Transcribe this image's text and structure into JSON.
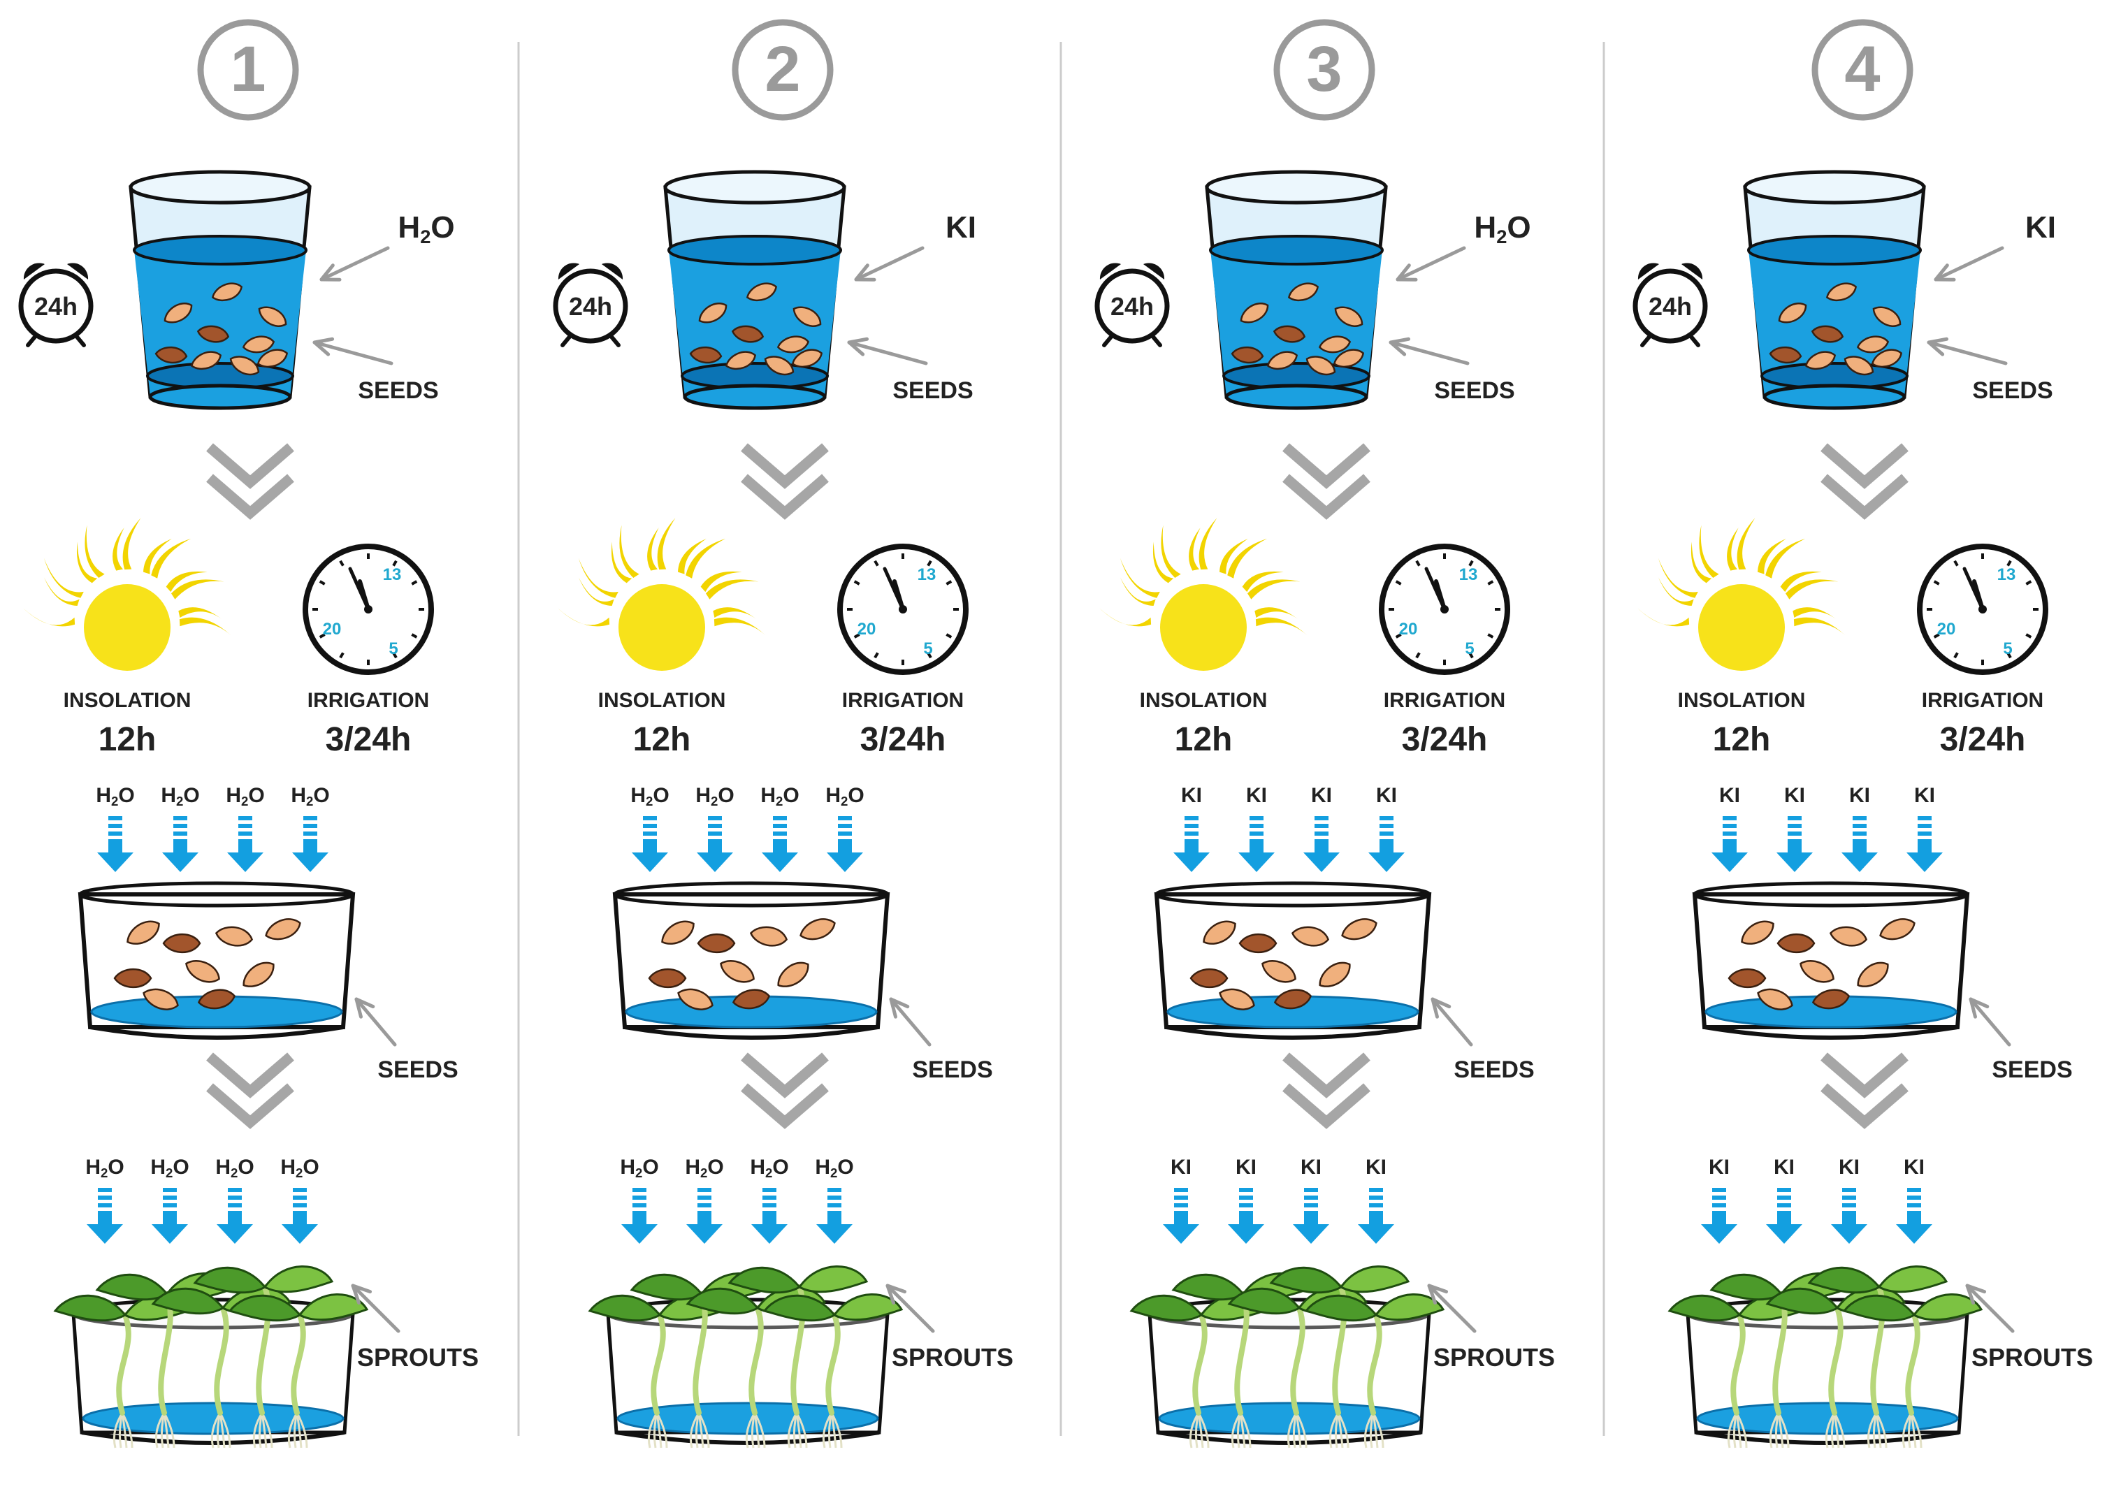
{
  "columns": [
    {
      "step": "1",
      "soak_timer": "24h",
      "soak_solution": {
        "base": "H",
        "sub": "2",
        "tail": "O"
      },
      "seeds_label": "SEEDS",
      "insolation_label": "INSOLATION",
      "insolation_value": "12h",
      "irrigation_label": "IRRIGATION",
      "irrigation_value": "3/24h",
      "clock_numbers": {
        "n13": "13",
        "n20": "20",
        "n5": "5"
      },
      "tray_drops": [
        {
          "base": "H",
          "sub": "2",
          "tail": "O"
        },
        {
          "base": "H",
          "sub": "2",
          "tail": "O"
        },
        {
          "base": "H",
          "sub": "2",
          "tail": "O"
        },
        {
          "base": "H",
          "sub": "2",
          "tail": "O"
        }
      ],
      "tray_seeds_label": "SEEDS",
      "sprout_drops": [
        {
          "base": "H",
          "sub": "2",
          "tail": "O"
        },
        {
          "base": "H",
          "sub": "2",
          "tail": "O"
        },
        {
          "base": "H",
          "sub": "2",
          "tail": "O"
        },
        {
          "base": "H",
          "sub": "2",
          "tail": "O"
        }
      ],
      "sprouts_label": "SPROUTS"
    },
    {
      "step": "2",
      "soak_timer": "24h",
      "soak_solution": {
        "base": "KI",
        "sub": "",
        "tail": ""
      },
      "seeds_label": "SEEDS",
      "insolation_label": "INSOLATION",
      "insolation_value": "12h",
      "irrigation_label": "IRRIGATION",
      "irrigation_value": "3/24h",
      "clock_numbers": {
        "n13": "13",
        "n20": "20",
        "n5": "5"
      },
      "tray_drops": [
        {
          "base": "H",
          "sub": "2",
          "tail": "O"
        },
        {
          "base": "H",
          "sub": "2",
          "tail": "O"
        },
        {
          "base": "H",
          "sub": "2",
          "tail": "O"
        },
        {
          "base": "H",
          "sub": "2",
          "tail": "O"
        }
      ],
      "tray_seeds_label": "SEEDS",
      "sprout_drops": [
        {
          "base": "H",
          "sub": "2",
          "tail": "O"
        },
        {
          "base": "H",
          "sub": "2",
          "tail": "O"
        },
        {
          "base": "H",
          "sub": "2",
          "tail": "O"
        },
        {
          "base": "H",
          "sub": "2",
          "tail": "O"
        }
      ],
      "sprouts_label": "SPROUTS"
    },
    {
      "step": "3",
      "soak_timer": "24h",
      "soak_solution": {
        "base": "H",
        "sub": "2",
        "tail": "O"
      },
      "seeds_label": "SEEDS",
      "insolation_label": "INSOLATION",
      "insolation_value": "12h",
      "irrigation_label": "IRRIGATION",
      "irrigation_value": "3/24h",
      "clock_numbers": {
        "n13": "13",
        "n20": "20",
        "n5": "5"
      },
      "tray_drops": [
        {
          "base": "KI",
          "sub": "",
          "tail": ""
        },
        {
          "base": "KI",
          "sub": "",
          "tail": ""
        },
        {
          "base": "KI",
          "sub": "",
          "tail": ""
        },
        {
          "base": "KI",
          "sub": "",
          "tail": ""
        }
      ],
      "tray_seeds_label": "SEEDS",
      "sprout_drops": [
        {
          "base": "KI",
          "sub": "",
          "tail": ""
        },
        {
          "base": "KI",
          "sub": "",
          "tail": ""
        },
        {
          "base": "KI",
          "sub": "",
          "tail": ""
        },
        {
          "base": "KI",
          "sub": "",
          "tail": ""
        }
      ],
      "sprouts_label": "SPROUTS"
    },
    {
      "step": "4",
      "soak_timer": "24h",
      "soak_solution": {
        "base": "KI",
        "sub": "",
        "tail": ""
      },
      "seeds_label": "SEEDS",
      "insolation_label": "INSOLATION",
      "insolation_value": "12h",
      "irrigation_label": "IRRIGATION",
      "irrigation_value": "3/24h",
      "clock_numbers": {
        "n13": "13",
        "n20": "20",
        "n5": "5"
      },
      "tray_drops": [
        {
          "base": "KI",
          "sub": "",
          "tail": ""
        },
        {
          "base": "KI",
          "sub": "",
          "tail": ""
        },
        {
          "base": "KI",
          "sub": "",
          "tail": ""
        },
        {
          "base": "KI",
          "sub": "",
          "tail": ""
        }
      ],
      "tray_seeds_label": "SEEDS",
      "sprout_drops": [
        {
          "base": "KI",
          "sub": "",
          "tail": ""
        },
        {
          "base": "KI",
          "sub": "",
          "tail": ""
        },
        {
          "base": "KI",
          "sub": "",
          "tail": ""
        },
        {
          "base": "KI",
          "sub": "",
          "tail": ""
        }
      ],
      "sprouts_label": "SPROUTS"
    }
  ],
  "colors": {
    "water": "#1ba0e0",
    "water_light": "#dff1fb",
    "water_dark": "#0b74b5",
    "arrow_blue": "#139fe0",
    "chevron_gray": "#a6a6a6",
    "pointer_gray": "#9a9a9a",
    "divider_gray": "#cccccc",
    "sun_yellow": "#f7e21a",
    "sun_ray": "#f2d400",
    "clock_accent": "#20a8cf",
    "seed_light": "#f0b07d",
    "seed_dark": "#a2552c",
    "leaf_green": "#4c9a2a",
    "leaf_light": "#7cc242",
    "stem_green": "#b7d77a"
  },
  "icons": [
    "step-number-circle-icon",
    "alarm-clock-icon",
    "water-glass-icon",
    "pointer-arrow-icon",
    "double-chevron-down-icon",
    "sun-icon",
    "wall-clock-icon",
    "irrigation-arrow-icon",
    "seed-tray-icon",
    "seed-icon",
    "sprout-icon"
  ]
}
